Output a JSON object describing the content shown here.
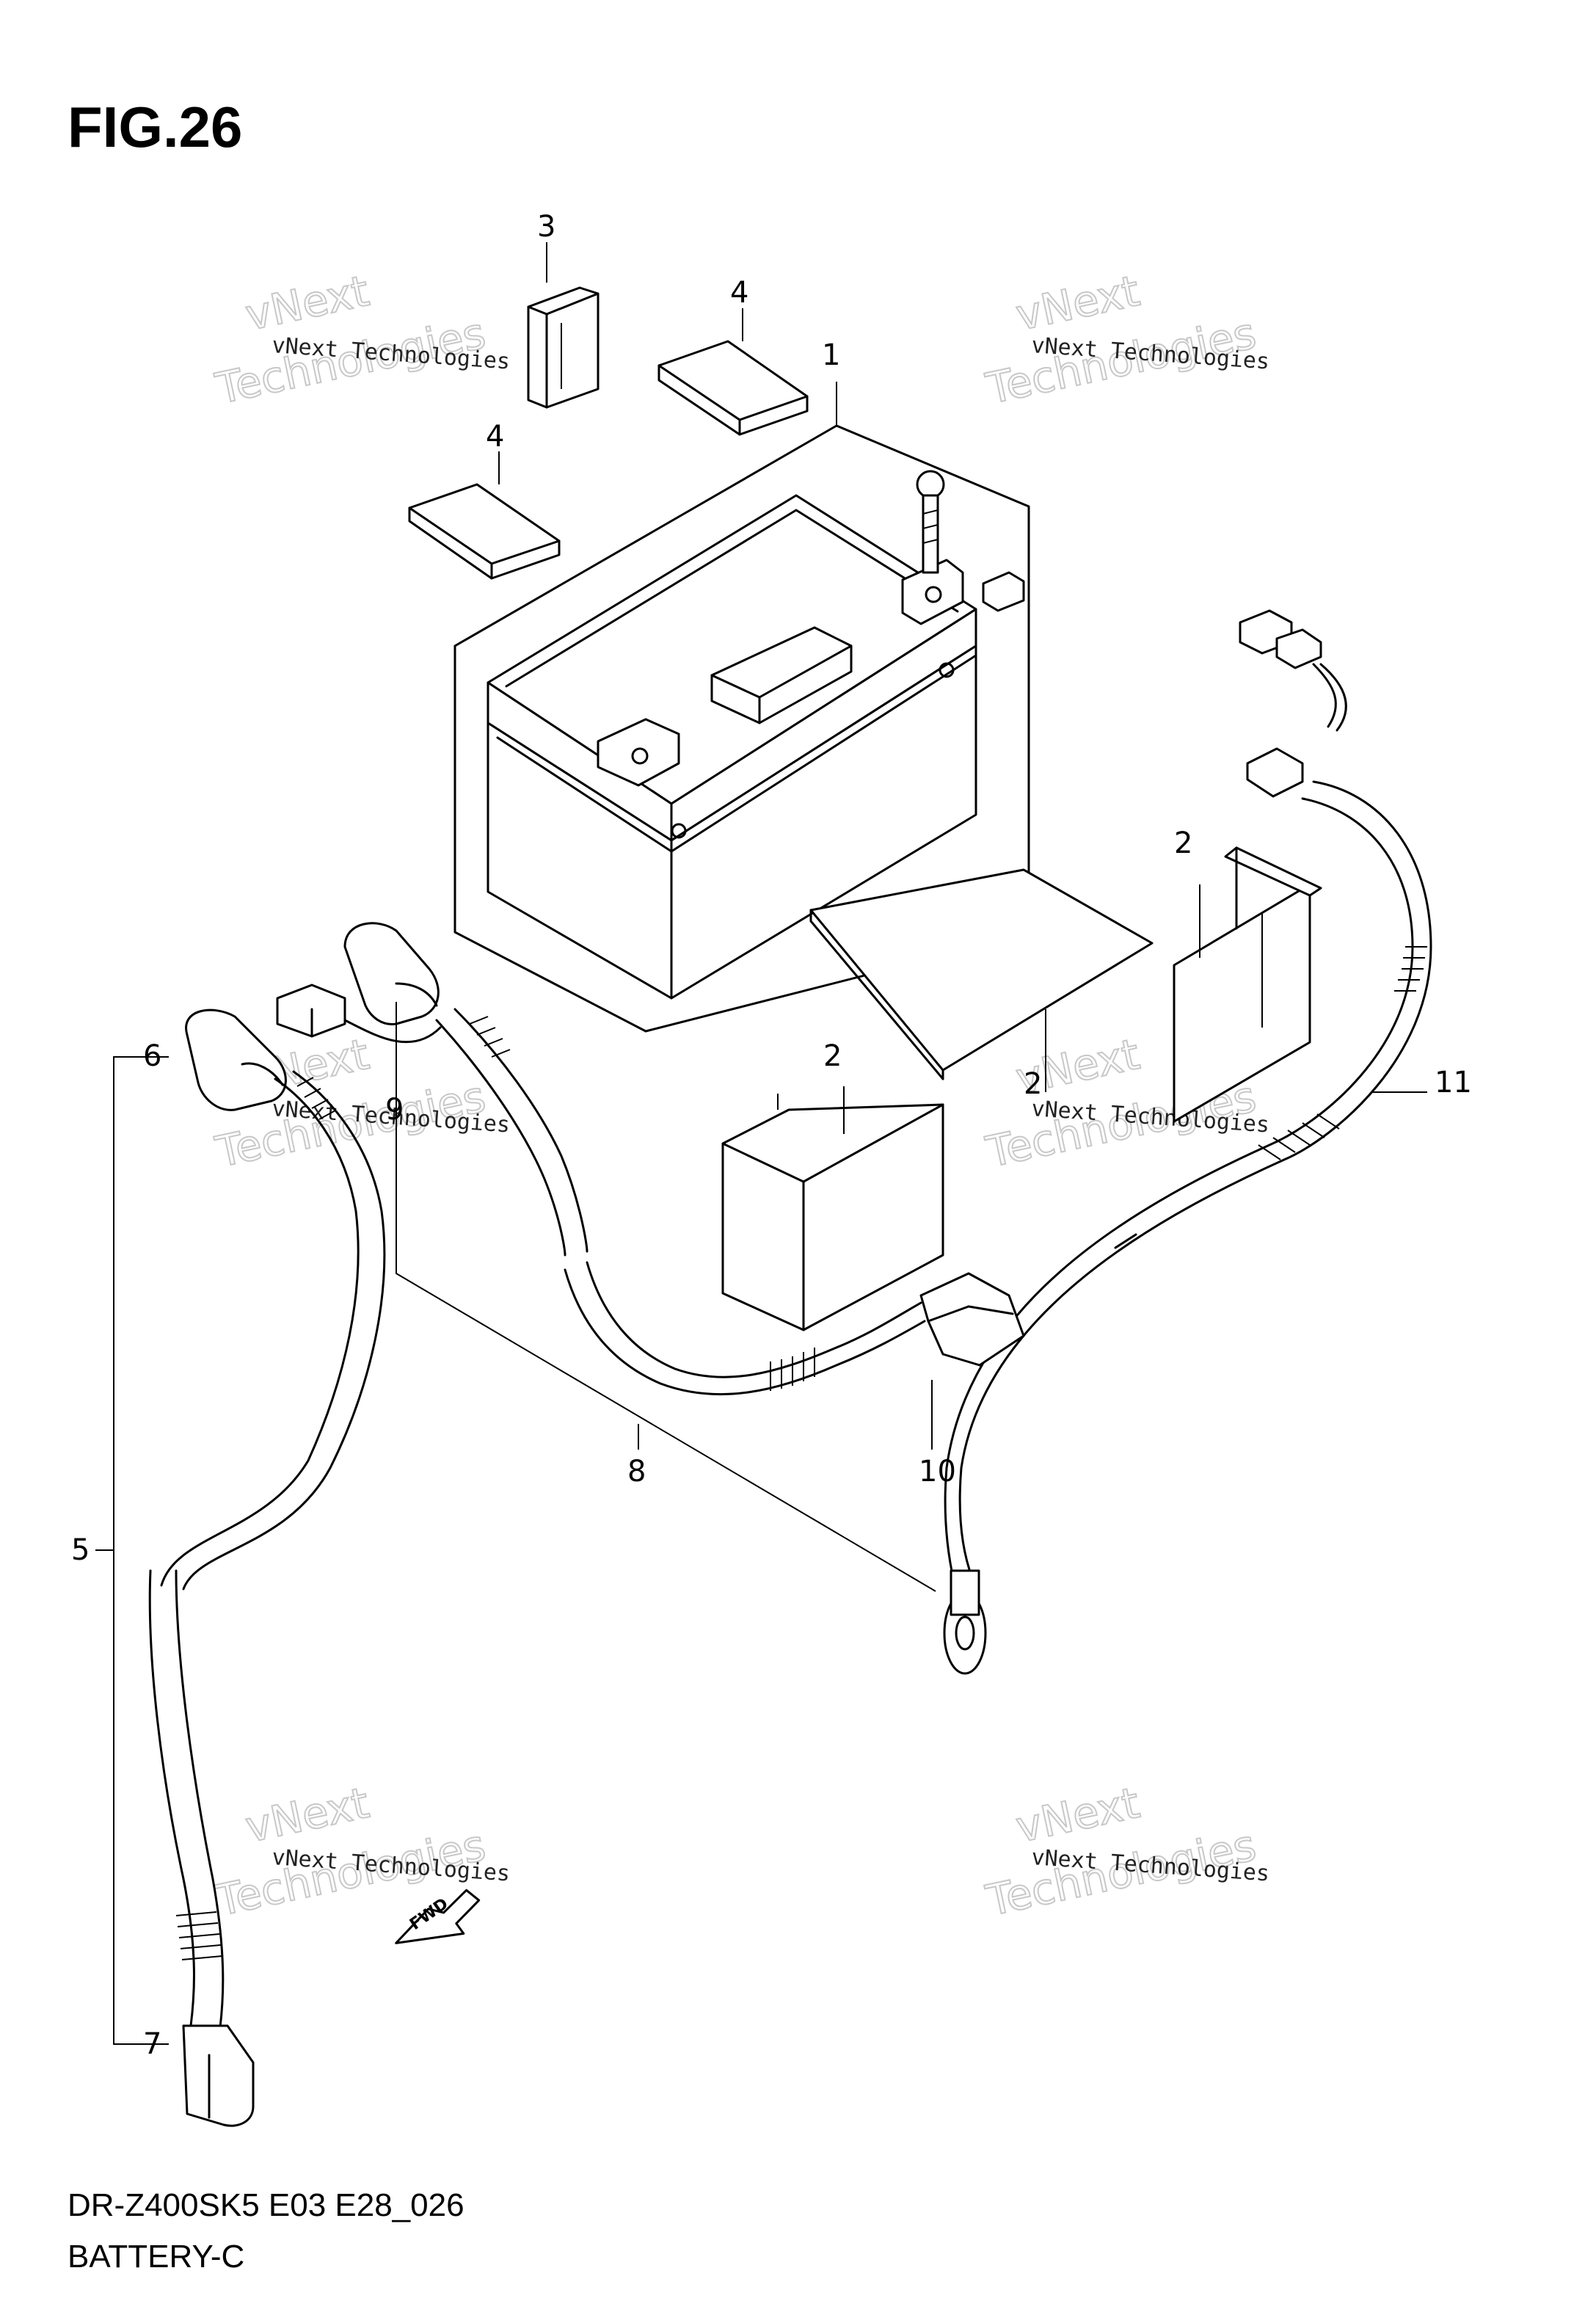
{
  "figure": {
    "title": "FIG.26"
  },
  "footer": {
    "model_code": "DR-Z400SK5 E03 E28_026",
    "caption": "BATTERY-C"
  },
  "callouts": {
    "c1": "1",
    "c2a": "2",
    "c2b": "2",
    "c2c": "2",
    "c3": "3",
    "c4a": "4",
    "c4b": "4",
    "c5": "5",
    "c6": "6",
    "c7": "7",
    "c8": "8",
    "c9": "9",
    "c10": "10",
    "c11": "11"
  },
  "watermark": {
    "line1": "vNext Technologies",
    "line2": "vNext",
    "line3": "Technologies"
  },
  "front_arrow": {
    "label": "FWD"
  }
}
